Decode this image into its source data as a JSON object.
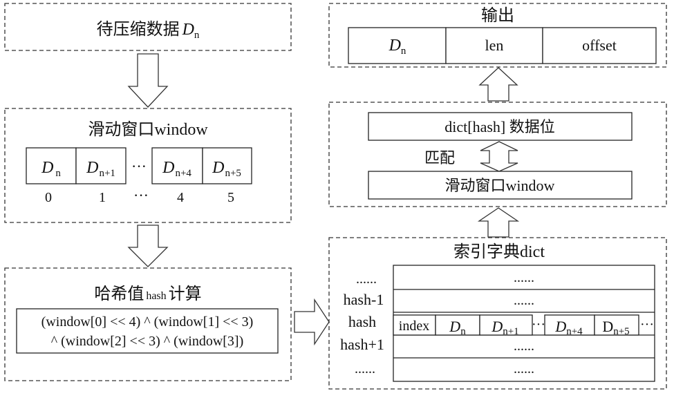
{
  "input_block": {
    "title": "待压缩数据",
    "var": "D",
    "sub": "n"
  },
  "window_block": {
    "title": "滑动窗口window",
    "cells": [
      {
        "var": "D",
        "sub": "n"
      },
      {
        "var": "D",
        "sub": "n+1"
      },
      {
        "var": "D",
        "sub": "n+4"
      },
      {
        "var": "D",
        "sub": "n+5"
      }
    ],
    "ellipsis": "···",
    "indices": [
      "0",
      "1",
      "4",
      "5"
    ],
    "index_ellipsis": "···"
  },
  "hash_block": {
    "title_prefix": "哈希值",
    "title_mid": "hash",
    "title_suffix": "计算",
    "formula_line1": "(window[0] << 4) ^ (window[1] << 3)",
    "formula_line2": "^ (window[2] << 3) ^ (window[3])"
  },
  "output_block": {
    "title": "输出",
    "cells": [
      {
        "var": "D",
        "sub": "n"
      },
      {
        "text": "len"
      },
      {
        "text": "offset"
      }
    ]
  },
  "match_block": {
    "top_label": "dict[hash] 数据位",
    "match_label": "匹配",
    "bottom_label": "滑动窗口window"
  },
  "dict_block": {
    "title": "索引字典dict",
    "row_labels": [
      "......",
      "hash-1",
      "hash",
      "hash+1",
      "......"
    ],
    "row_dots": "......",
    "hash_row": {
      "index_label": "index",
      "cells": [
        {
          "var": "D",
          "sub": "n"
        },
        {
          "var": "D",
          "sub": "n+1"
        },
        {
          "var": "D",
          "sub": "n+4"
        },
        {
          "var": "D",
          "sub": "n+5",
          "upright": true
        }
      ],
      "ellipsis": "···"
    }
  }
}
